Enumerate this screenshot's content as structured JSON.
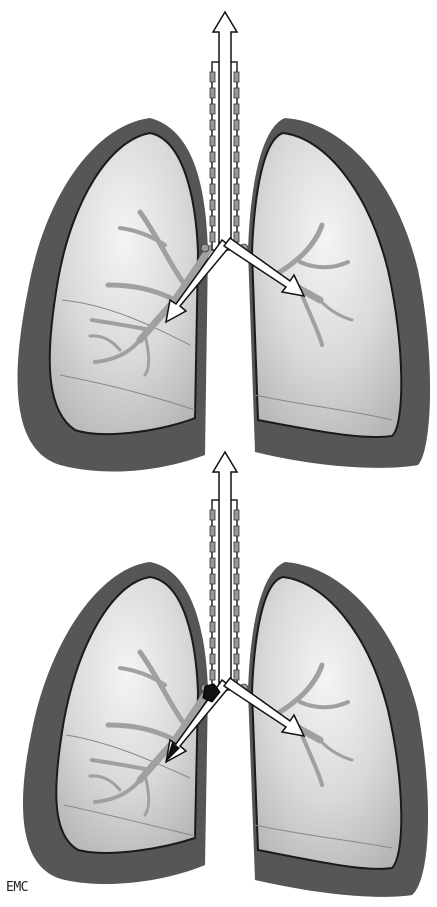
{
  "figure": {
    "credit": "EMC",
    "panels": [
      {
        "id": "top",
        "obstruction": false
      },
      {
        "id": "bottom",
        "obstruction": true
      }
    ],
    "colors": {
      "pleura": "#565656",
      "lung_center": "#f3f3f3",
      "lung_edge": "#b9b9b9",
      "trachea_fill": "#ffffff",
      "cartilage": "#9a9a9a",
      "bronchi": "#9e9e9e",
      "airflow_arrow": "#ffffff",
      "obstruction": "#111111"
    }
  }
}
